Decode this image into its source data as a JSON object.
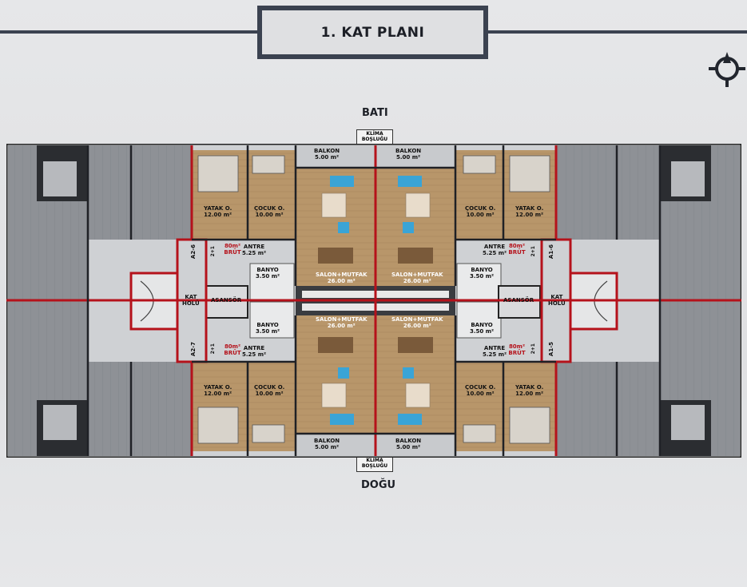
{
  "header": {
    "title": "1. KAT PLANI"
  },
  "directions": {
    "north": "BATI",
    "south": "DOĞU"
  },
  "labels": {
    "klima": "KLİMA",
    "bosluk": "BOŞLUĞU",
    "balkon": "BALKON",
    "balkon_area": "5.00 m²",
    "yatak": "YATAK O.",
    "yatak_area": "12.00 m²",
    "cocuk": "ÇOCUK O.",
    "cocuk_area": "10.00 m²",
    "salon": "SALON+MUTFAK",
    "salon_area": "26.00 m²",
    "antre": "ANTRE",
    "antre_area": "5.25 m²",
    "banyo": "BANYO",
    "banyo_area": "3.50 m²",
    "brut": "80m² BRÜT",
    "asansor": "ASANSÖR",
    "kat": "KAT",
    "holu": "HOLÜ"
  },
  "units": {
    "a2_6": "A2-6",
    "a2_7": "A2-7",
    "a1_6": "A1-6",
    "a1_5": "A1-5"
  },
  "unit_type": "2+1",
  "colors": {
    "frame": "#3b4250",
    "wall_red": "#b5121b",
    "floor_wood": "#b8966a",
    "floor_grey": "#8e9196",
    "circulation": "#cfd1d4"
  }
}
